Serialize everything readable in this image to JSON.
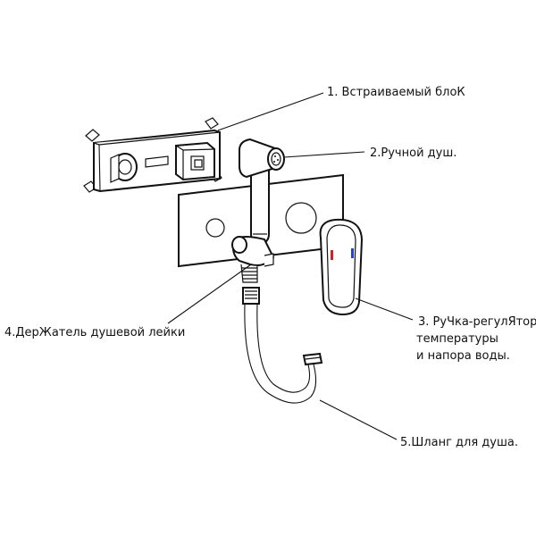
{
  "labels": {
    "embedded_block": "1. Встраиваемый блоК",
    "hand_shower": "2.Ручной душ.",
    "handle_line1": "3. РуЧка-регулЯтор",
    "handle_line2": "температуры",
    "handle_line3": "и напора воды.",
    "holder": "4.ДерЖатель душевой лейки",
    "hose": "5.Шланг для душа."
  },
  "colors": {
    "line": "#111111",
    "hot_mark": "#d62020",
    "cold_mark": "#2244cc"
  }
}
